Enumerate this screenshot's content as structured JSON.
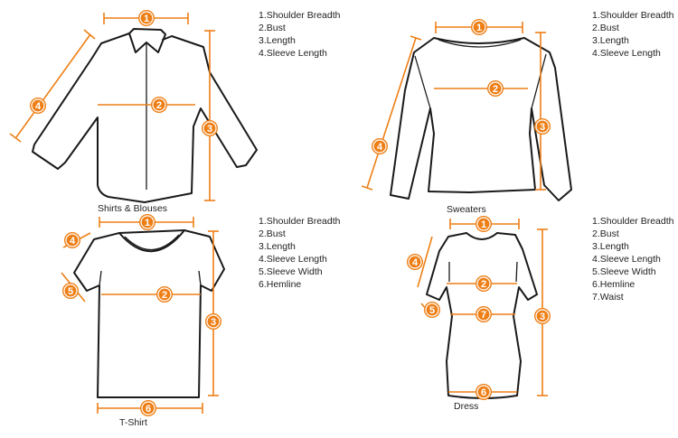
{
  "figures": [
    {
      "caption": "Shirts & Blouses",
      "legend": [
        "1.Shoulder Breadth",
        "2.Bust",
        "3.Length",
        "4.Sleeve Length"
      ]
    },
    {
      "caption": "Sweaters",
      "legend": [
        "1.Shoulder Breadth",
        "2.Bust",
        "3.Length",
        "4.Sleeve Length"
      ]
    },
    {
      "caption": "T-Shirt",
      "legend": [
        "1.Shoulder Breadth",
        "2.Bust",
        "3.Length",
        "4.Sleeve Length",
        "5.Sleeve Width",
        "6.Hemline"
      ]
    },
    {
      "caption": "Dress",
      "legend": [
        "1.Shoulder Breadth",
        "2.Bust",
        "3.Length",
        "4.Sleeve Length",
        "5.Sleeve Width",
        "6.Hemline",
        "7.Waist"
      ]
    }
  ],
  "colors": {
    "accent": "#ee7f16",
    "outline": "#1a1a1a"
  }
}
